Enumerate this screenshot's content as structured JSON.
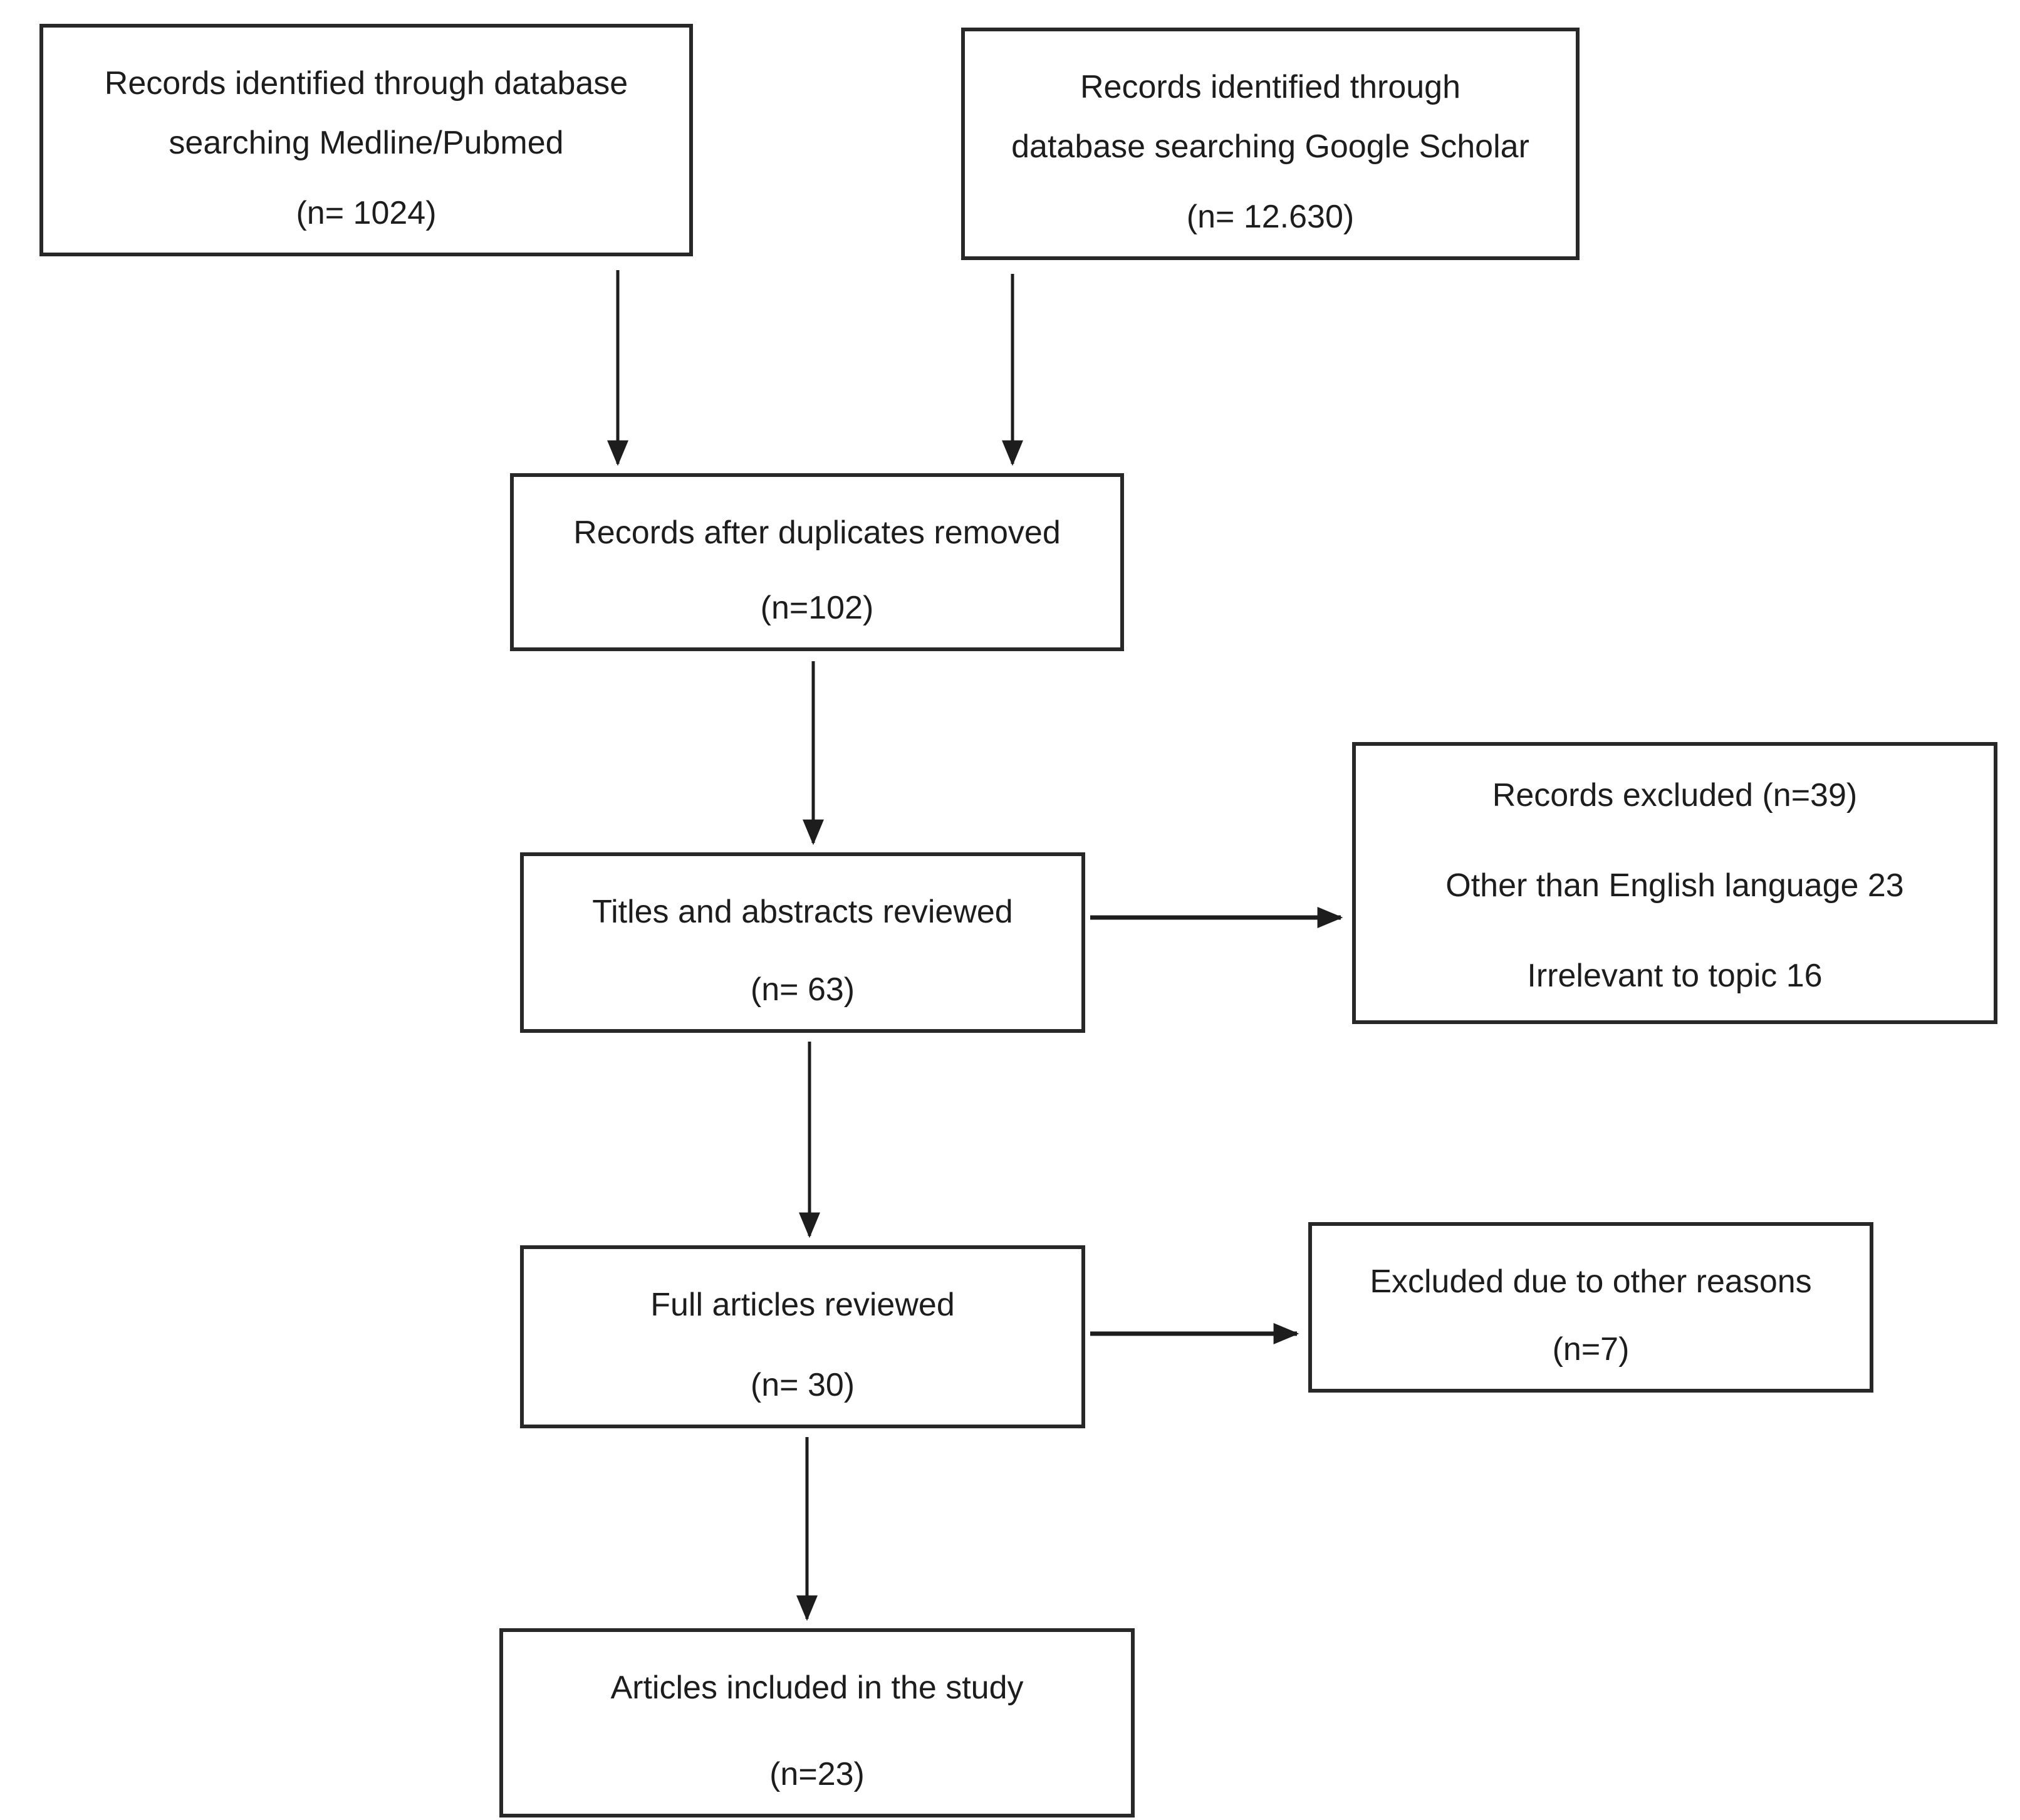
{
  "boxes": [
    {
      "id": "medline",
      "lines": [
        "Records identified through database",
        "searching Medline/Pubmed"
      ],
      "count": "(n= 1024)"
    },
    {
      "id": "google-scholar",
      "lines": [
        "Records identified through",
        "database searching Google Scholar"
      ],
      "count": "(n= 12.630)"
    },
    {
      "id": "duplicates-removed",
      "lines": [
        "Records after duplicates removed"
      ],
      "count": "(n=102)"
    },
    {
      "id": "titles-abstracts-reviewed",
      "lines": [
        "Titles and abstracts reviewed"
      ],
      "count": "(n= 63)"
    },
    {
      "id": "records-excluded",
      "lines": [
        "Records excluded (n=39)",
        "Other than English language 23",
        "Irrelevant to topic 16"
      ],
      "count": ""
    },
    {
      "id": "full-articles-reviewed",
      "lines": [
        "Full articles reviewed"
      ],
      "count": "(n= 30)"
    },
    {
      "id": "excluded-other-reasons",
      "lines": [
        "Excluded due to other reasons"
      ],
      "count": "(n=7)"
    },
    {
      "id": "articles-included",
      "lines": [
        "Articles included in the study"
      ],
      "count": "(n=23)"
    }
  ],
  "colors": {
    "background": "#ffffff",
    "box_border": "#282828",
    "text": "#1d1d1d",
    "arrow": "#1d1d1d"
  }
}
